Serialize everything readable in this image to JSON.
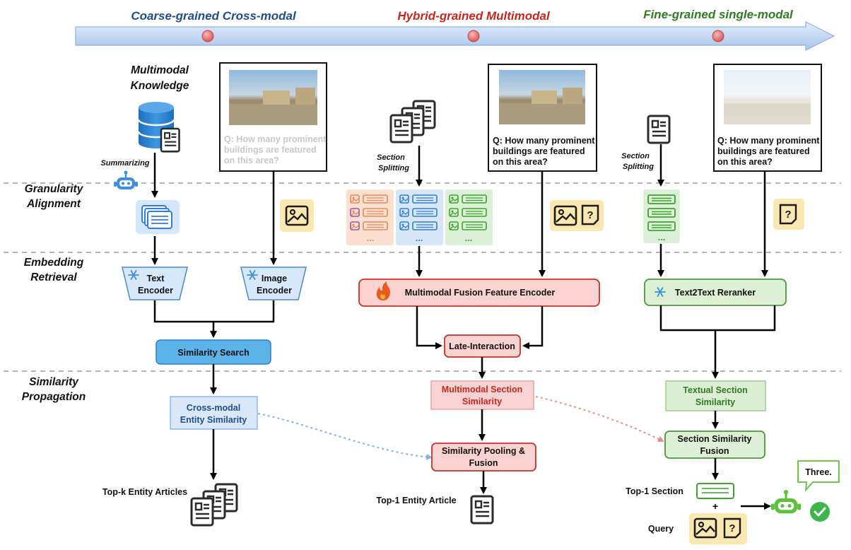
{
  "phases": {
    "coarse": "Coarse-grained Cross-modal",
    "hybrid": "Hybrid-grained Multimodal",
    "fine": "Fine-grained single-modal"
  },
  "rows": {
    "granularity_1": "Granularity",
    "granularity_2": "Alignment",
    "embedding_1": "Embedding",
    "embedding_2": "Retrieval",
    "similarity_1": "Similarity",
    "similarity_2": "Propagation"
  },
  "knowledge": {
    "line1": "Multimodal",
    "line2": "Knowledge"
  },
  "summarizing": "Summarizing",
  "section_splitting": {
    "line1": "Section",
    "line2": "Splitting"
  },
  "query": {
    "line1": "Q: How many prominent",
    "line2": "buildings are featured",
    "line3": "on this area?"
  },
  "coarse": {
    "text_encoder_1": "Text",
    "text_encoder_2": "Encoder",
    "image_encoder_1": "Image",
    "image_encoder_2": "Encoder",
    "similarity_search": "Similarity Search",
    "entity_sim_1": "Cross-modal",
    "entity_sim_2": "Entity Similarity",
    "result": "Top-k Entity Articles"
  },
  "hybrid": {
    "fusion_encoder": "Multimodal Fusion Feature Encoder",
    "late_interaction": "Late-Interaction",
    "section_sim_1": "Multimodal Section",
    "section_sim_2": "Similarity",
    "pooling_1": "Similarity Pooling &",
    "pooling_2": "Fusion",
    "result": "Top-1 Entity Article",
    "dots": "..."
  },
  "fine": {
    "reranker": "Text2Text Reranker",
    "textual_sim_1": "Textual Section",
    "textual_sim_2": "Similarity",
    "fusion_1": "Section Similarity",
    "fusion_2": "Fusion",
    "top1": "Top-1 Section",
    "plus": "+",
    "query_label": "Query",
    "answer": "Three.",
    "dots": "..."
  },
  "colors": {
    "coarse": "#1f4e8c",
    "hybrid": "#c8261e",
    "fine": "#2e7d1f",
    "timeline": "#bcd3f2",
    "dashed": "#b4b4b4"
  },
  "icons": {
    "database": "database-icon",
    "robot": "robot-icon",
    "document": "document-icon",
    "image": "image-icon",
    "question": "question-icon",
    "snowflake": "snowflake-icon",
    "fire": "fire-icon",
    "check": "check-icon"
  }
}
